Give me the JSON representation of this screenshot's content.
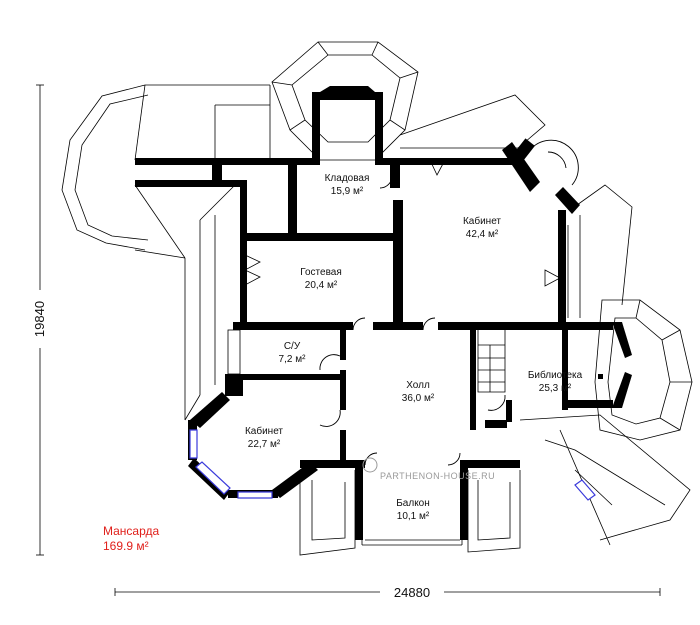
{
  "plan": {
    "rooms": [
      {
        "id": "storage",
        "name": "Кладовая",
        "area": "15,9 м²"
      },
      {
        "id": "study1",
        "name": "Кабинет",
        "area": "42,4 м²"
      },
      {
        "id": "guest",
        "name": "Гостевая",
        "area": "20,4 м²"
      },
      {
        "id": "wc",
        "name": "С/У",
        "area": "7,2 м²"
      },
      {
        "id": "hall",
        "name": "Холл",
        "area": "36,0 м²"
      },
      {
        "id": "library",
        "name": "Библиотека",
        "area": "25,3 м²"
      },
      {
        "id": "study2",
        "name": "Кабинет",
        "area": "22,7 м²"
      },
      {
        "id": "balcony",
        "name": "Балкон",
        "area": "10,1 м²"
      }
    ],
    "dimensions": {
      "width": "24880",
      "height": "19840"
    },
    "floor": {
      "name": "Мансарда",
      "area": "169.9 м²"
    },
    "watermark": "PARTHENON-HOUSE.RU",
    "colors": {
      "walls": "#000000",
      "label": "#e0201b",
      "windows": "#3a3adb",
      "watermark": "#9a9a9a"
    }
  }
}
